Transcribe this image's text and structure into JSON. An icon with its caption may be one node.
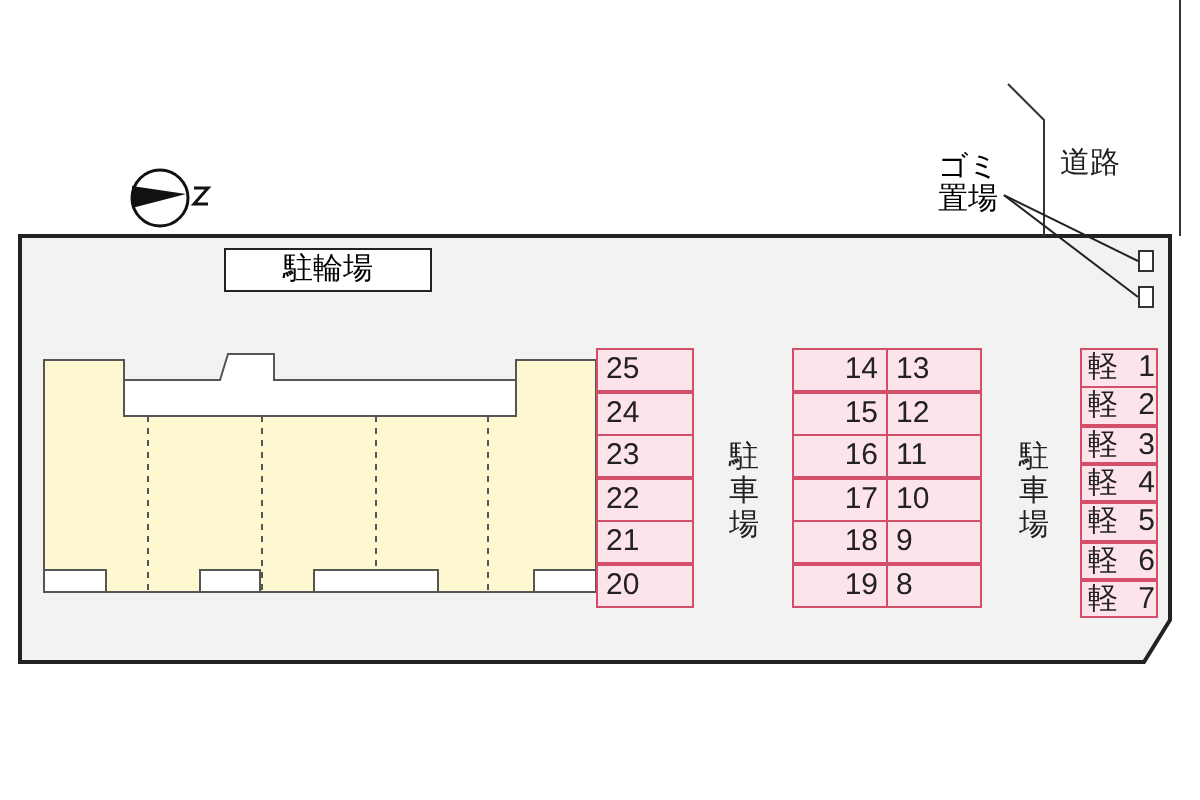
{
  "diagram": {
    "nodes": [
      {
        "text": [
          "駐輪場"
        ]
      },
      {
        "text": [
          "ゴミ置場"
        ]
      },
      {
        "text": [],
        "shape": "box"
      },
      {
        "text": [],
        "shape": "box"
      },
      {
        "text": [
          "25"
        ]
      },
      {
        "text": [
          "24"
        ]
      },
      {
        "text": [
          "23"
        ]
      },
      {
        "text": [
          "22"
        ]
      },
      {
        "text": [
          "21"
        ]
      },
      {
        "text": [
          "20"
        ]
      },
      {
        "text": [
          "14"
        ]
      },
      {
        "text": [
          "13"
        ]
      },
      {
        "text": [
          "15"
        ]
      },
      {
        "text": [
          "12"
        ]
      },
      {
        "text": [
          "16"
        ]
      },
      {
        "text": [
          "11"
        ]
      },
      {
        "text": [
          "17"
        ]
      },
      {
        "text": [
          "10"
        ]
      },
      {
        "text": [
          "18"
        ]
      },
      {
        "text": [
          "9"
        ]
      },
      {
        "text": [
          "19"
        ]
      },
      {
        "text": [
          "8"
        ]
      },
      {
        "text": [
          "軽 1"
        ]
      },
      {
        "text": [
          "軽 2"
        ]
      },
      {
        "text": [
          "軽 3"
        ]
      },
      {
        "text": [
          "軽 4"
        ]
      },
      {
        "text": [
          "軽 5"
        ]
      },
      {
        "text": [
          "軽 6"
        ]
      },
      {
        "text": [
          "軽 7"
        ]
      }
    ],
    "edges": [
      {
        "from": 1,
        "to": 2,
        "arrow": "none"
      },
      {
        "from": 1,
        "to": 3,
        "arrow": "none"
      }
    ],
    "labels": [
      "道路",
      "駐車場",
      "駐車場"
    ]
  }
}
